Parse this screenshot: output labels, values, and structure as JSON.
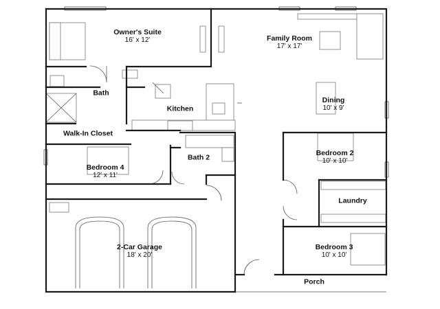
{
  "rooms": [
    {
      "key": "owners_suite",
      "name": "Owner's Suite",
      "dims": "16' x 12'"
    },
    {
      "key": "family_room",
      "name": "Family Room",
      "dims": "17' x 17'"
    },
    {
      "key": "bath",
      "name": "Bath",
      "dims": ""
    },
    {
      "key": "kitchen",
      "name": "Kitchen",
      "dims": ""
    },
    {
      "key": "dining",
      "name": "Dining",
      "dims": "10' x 9'"
    },
    {
      "key": "walk_in_closet",
      "name": "Walk-In Closet",
      "dims": ""
    },
    {
      "key": "bedroom2",
      "name": "Bedroom 2",
      "dims": "10' x 10'"
    },
    {
      "key": "bath2",
      "name": "Bath 2",
      "dims": ""
    },
    {
      "key": "bedroom4",
      "name": "Bedroom 4",
      "dims": "12' x 11'"
    },
    {
      "key": "laundry",
      "name": "Laundry",
      "dims": ""
    },
    {
      "key": "garage",
      "name": "2-Car Garage",
      "dims": "18' x 20'"
    },
    {
      "key": "bedroom3",
      "name": "Bedroom 3",
      "dims": "10' x 10'"
    },
    {
      "key": "porch",
      "name": "Porch",
      "dims": ""
    }
  ]
}
